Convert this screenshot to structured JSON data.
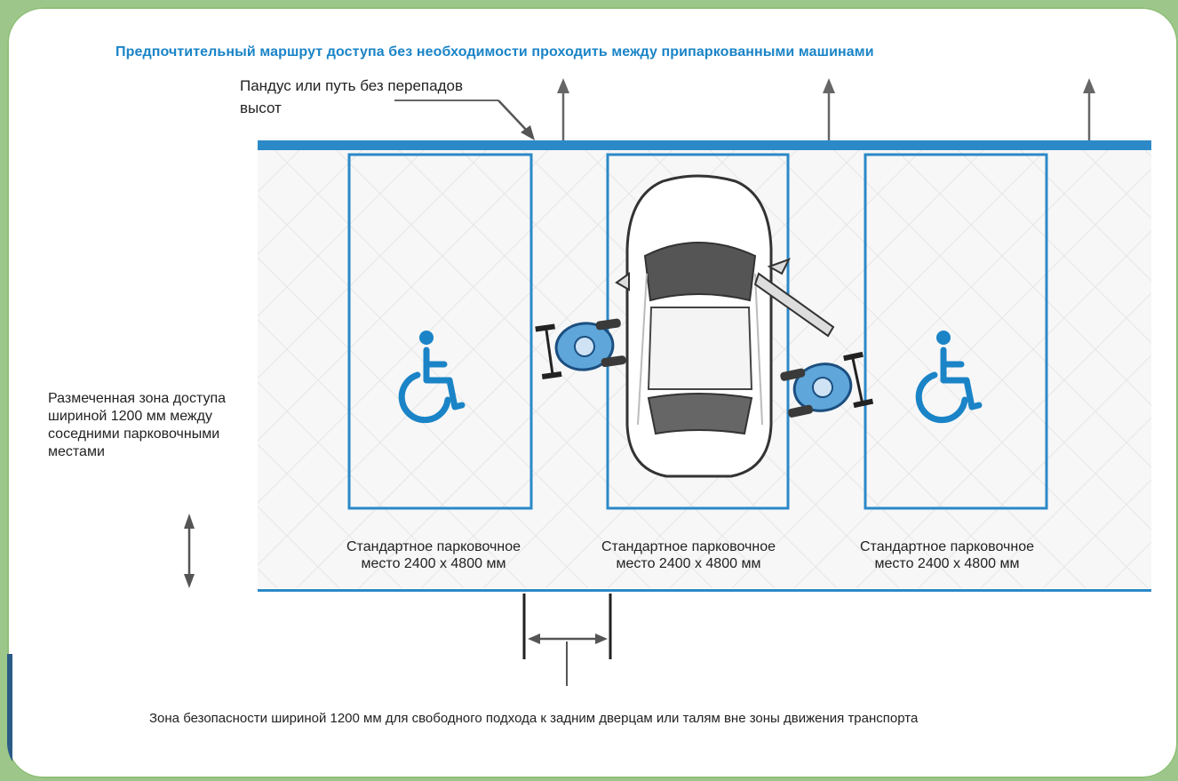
{
  "title": "Предпочтительный маршрут доступа без необходимости проходить между припаркованными машинами",
  "ramp_label": "Пандус или путь без перепадов высот",
  "access_zone_label": "Размеченная зона доступа шириной 1200 мм между соседними парковочными местами",
  "spaces": [
    {
      "label": "Стандартное парковочное место 2400 x 4800 мм"
    },
    {
      "label": "Стандартное парковочное место 2400 x 4800 мм"
    },
    {
      "label": "Стандартное парковочное место 2400 x 4800 мм"
    }
  ],
  "safety_zone_label": "Зона безопасности шириной 1200 мм для свободного подхода к задним дверцам или талям вне зоны движения транспорта",
  "colors": {
    "accent": "#1a84c7",
    "line": "#2b89c8",
    "frame": "#9dc68a"
  },
  "icons": [
    "accessibility-icon",
    "car-icon",
    "wheelchair-icon",
    "arrow-icon"
  ]
}
